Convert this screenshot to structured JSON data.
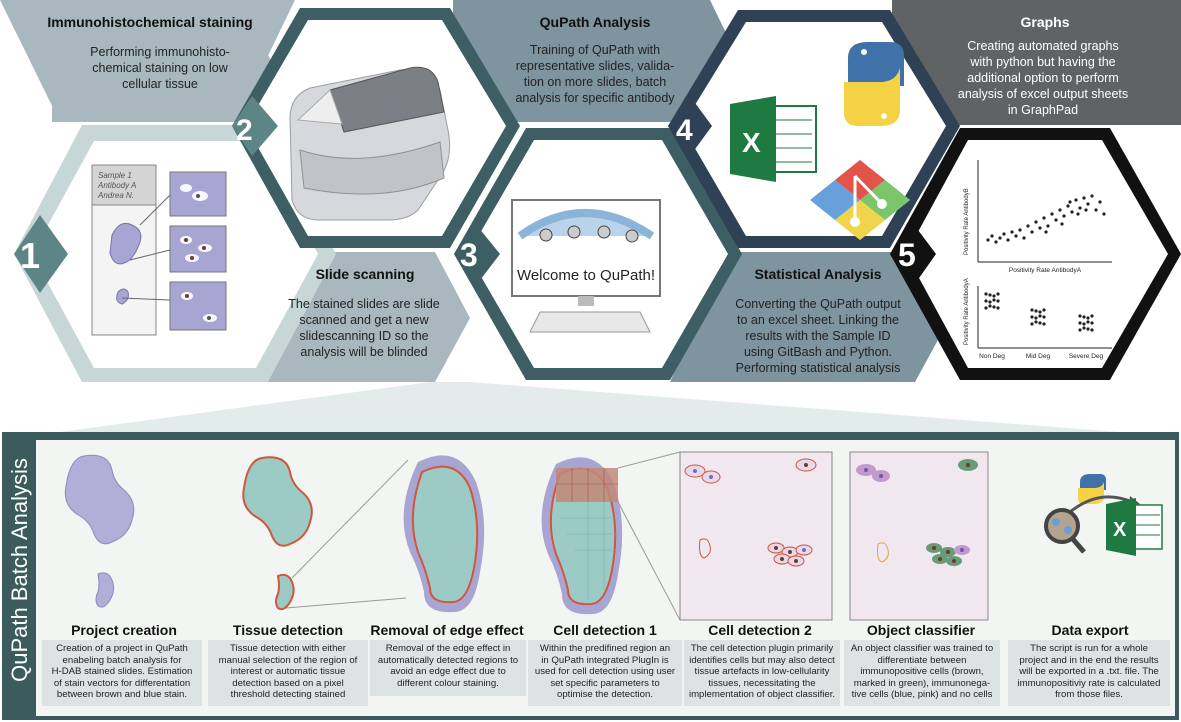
{
  "top": {
    "immuno": {
      "title": "Immunohistochemical staining",
      "text": "Performing immunohisto-\nchemical staining on low\ncellular tissue",
      "color": "#a9b8be"
    },
    "qupath": {
      "title": "QuPath Analysis",
      "text": "Training of QuPath with\nrepresentative slides, valida-\ntion on more slides, batch\nanalysis for specific antibody",
      "color": "#7e949e"
    },
    "graphs": {
      "title": "Graphs",
      "text": "Creating automated graphs\nwith python but having the\nadditional option to perform\nanalysis of excel output sheets\nin GraphPad",
      "color": "#5f6364"
    },
    "scanning": {
      "title": "Slide scanning",
      "text": "The stained slides are slide\nscanned and get a new\nslidescanning ID so the\nanalysis will be blinded",
      "color": "#a9b8be"
    },
    "stats": {
      "title": "Statistical Analysis",
      "text": "Converting the QuPath output\nto an excel sheet. Linking the\nresults with the Sample ID\nusing GitBash and Python.\nPerforming statistical analysis",
      "color": "#7e949e"
    }
  },
  "numbers": [
    "1",
    "2",
    "3",
    "4",
    "5"
  ],
  "sample_label": "Sample 1\nAntibody A\nAndrea N.",
  "welcome_text": "Welcome to QuPath!",
  "excel_letter": "X",
  "plot1": {
    "ylabel": "Positivity Rate AntibodyB",
    "xlabel": "Positivity Rate AntibodyA"
  },
  "plot2": {
    "ylabel": "Positivity Rate AntibodyA",
    "categories": [
      "Non Deg",
      "Mid Deg",
      "Severe Deg"
    ]
  },
  "batch": {
    "label": "QuPath Batch Analysis",
    "steps": [
      {
        "title": "Project creation",
        "text": "Creation of a project in QuPath\nenabeling batch analysis for\nH-DAB stained slides. Estimation\nof stain vectors for differentation\nbetween brown and blue stain."
      },
      {
        "title": "Tissue detection",
        "text": "Tissue detection with either\nmanual selection of the region of\ninterest or automatic tissue\ndetection based on a pixel\nthreshold detecting stained"
      },
      {
        "title": "Removal of edge effect",
        "text": "Removal of the edge effect in\nautomatically detected regions to\navoid an edge effect due to\ndifferent colour staining."
      },
      {
        "title": "Cell detection 1",
        "text": "Within the predifined region an\nin QuPath integrated PlugIn is\nused for cell detection using user\nset specific parameters to\noptimise the detection."
      },
      {
        "title": "Cell detection 2",
        "text": "The cell detection plugin primarily\nidentifies cells but may also detect\ntissue artefacts in low-cellularity\ntissues, necessitating the\nimplementation of object classifier."
      },
      {
        "title": "Object classifier",
        "text": "An object classifier was trained to\ndifferentiate between\nimmunopositive cells (brown,\nmarked in green), immunonega-\ntive cells (blue, pink) and no cells"
      },
      {
        "title": "Data export",
        "text": "The script is run for a whole\nproject and in the end the results\nwill be exported in a .txt. file. The\nimmunopositiviy rate is calculated\nfrom those files."
      }
    ]
  },
  "colors": {
    "dark_teal": "#3b5b5c",
    "hex_border": "#3d5f63",
    "panel_bg": "#f3f5f3",
    "lavender": "#a8a5d3",
    "teal_fill": "#9ccbc6",
    "red_outline": "#d0563f"
  }
}
